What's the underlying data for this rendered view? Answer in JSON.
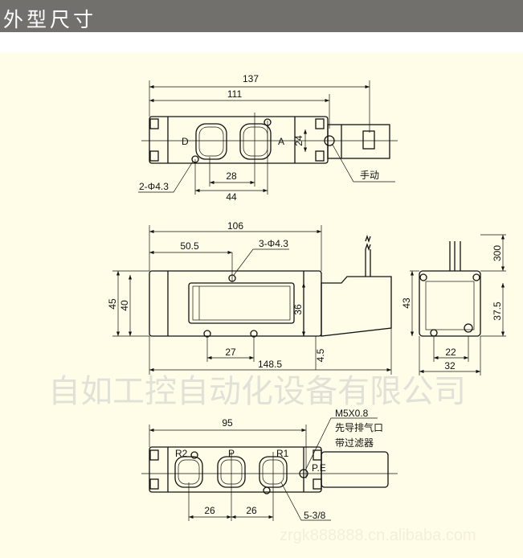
{
  "header": {
    "title": "外型尺寸"
  },
  "colors": {
    "header_bg": "#72706d",
    "drawing_bg": "#fffde8",
    "line": "#111111"
  },
  "top_view": {
    "dim_overall": "137",
    "dim_body": "111",
    "dim_port_inner": "28",
    "dim_port_outer": "44",
    "dim_height": "24",
    "hole_label": "2-Φ4.3",
    "manual_label": "手动",
    "port_left": "D",
    "port_right": "A"
  },
  "side_view": {
    "dim_length": "106",
    "dim_hole_pos": "50.5",
    "hole_label": "3-Φ4.3",
    "dim_height_outer": "45",
    "dim_height_inner": "40",
    "dim_window": "36",
    "dim_hole_spacing": "27",
    "dim_total": "148.5",
    "dim_offset": "4.5"
  },
  "end_view": {
    "dim_wire": "300",
    "dim_height": "43",
    "dim_center": "37.5",
    "dim_inner_width": "22",
    "dim_width": "32"
  },
  "bottom_view": {
    "dim_length": "95",
    "port_r2": "R2",
    "port_p": "P",
    "port_r1": "R1",
    "port_pe": "P.E",
    "spec_thread": "M5X0.8",
    "spec_line1": "先导排气口",
    "spec_line2": "带过滤器",
    "dim_spacing_1": "26",
    "dim_spacing_2": "26",
    "port_label": "5-3/8"
  },
  "watermark": {
    "company": "自如工控自动化设备有限公司",
    "site": "zrgk888888.cn.alibaba.com"
  }
}
